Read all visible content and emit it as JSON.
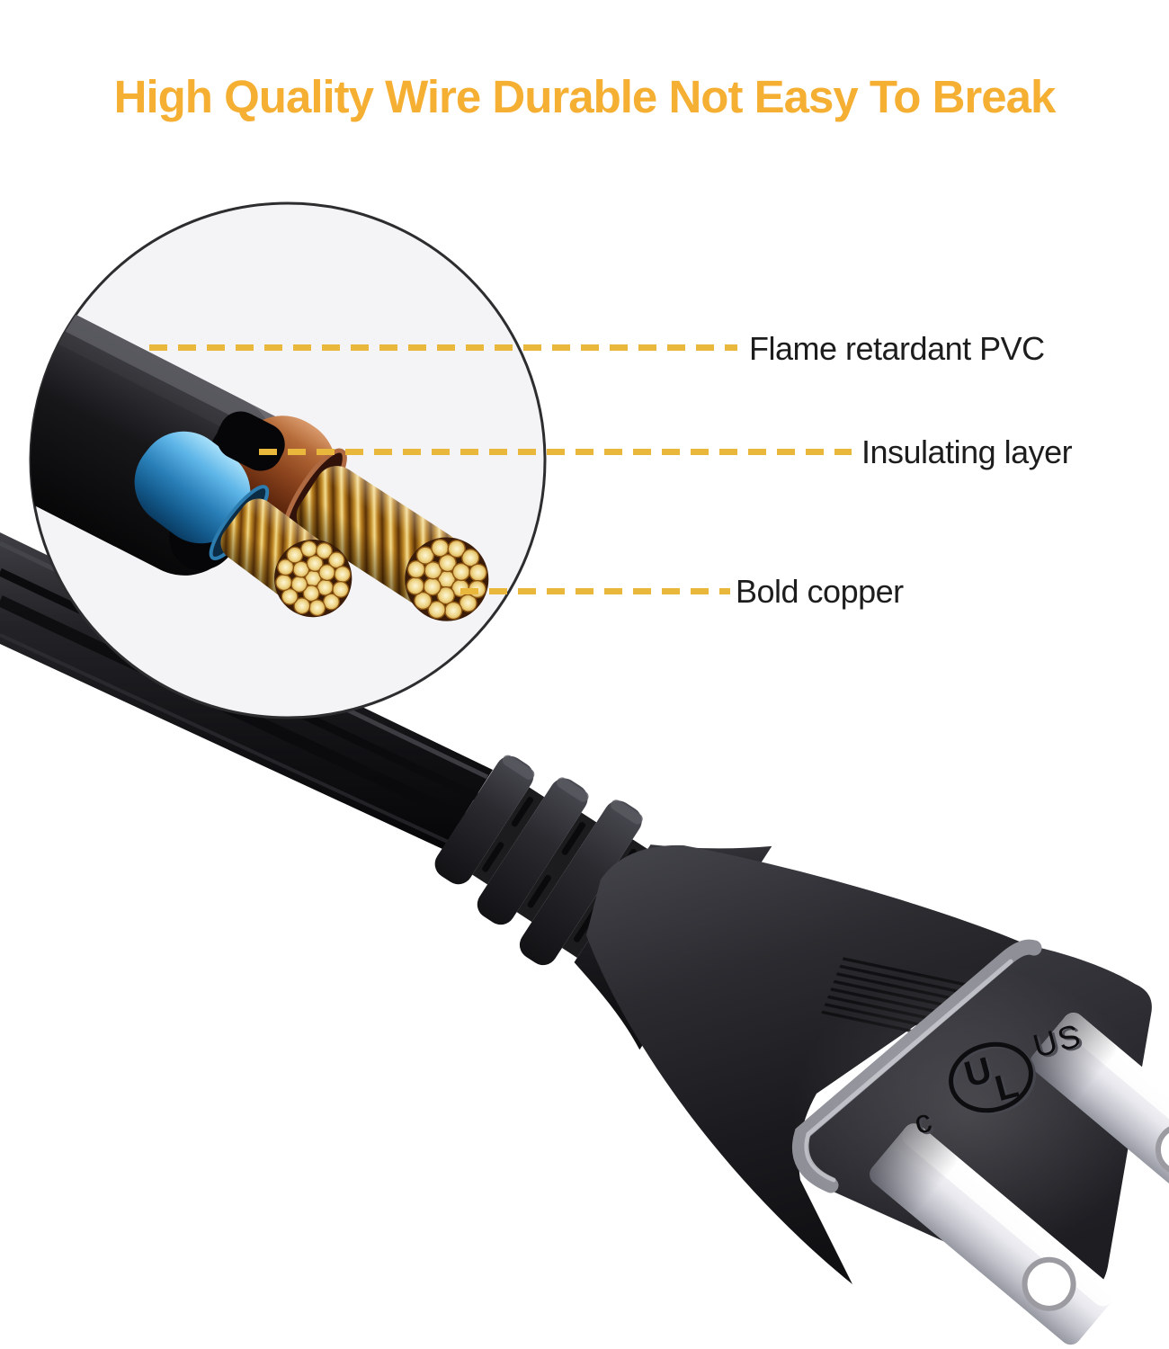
{
  "title": "High Quality Wire Durable Not Easy To Break",
  "annotations": [
    {
      "id": "flame-retardant-pvc",
      "text": "Flame retardant PVC"
    },
    {
      "id": "insulating-layer",
      "text": "Insulating layer"
    },
    {
      "id": "bold-copper",
      "text": "Bold copper"
    }
  ],
  "plug_marking": {
    "c": "c",
    "u": "U",
    "l": "L",
    "us": "US"
  },
  "colors": {
    "title_text": "#F5AF33",
    "leader_line": "#EAB73D",
    "label_text": "#1D1D1D",
    "background": "#FFFFFF",
    "inset_background": "#F4F4F6",
    "cable_jacket": "#17171A",
    "wire_insulation_blue": "#3E9FD6",
    "wire_insulation_brown": "#8A431D",
    "copper_strand": "#E0B455",
    "plug_body": "#2B2B30",
    "prong_metal": "#E8E8EE"
  }
}
